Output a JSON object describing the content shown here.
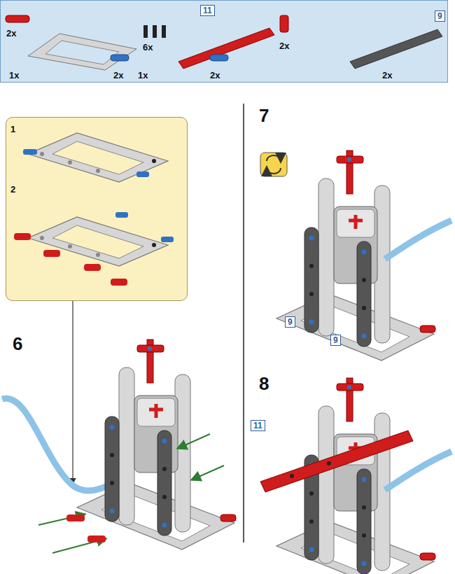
{
  "diagram": {
    "nodes": [
      {
        "text": [
          "2x",
          "1x",
          "2x",
          "6x",
          "1x",
          "11",
          "2x",
          "2x",
          "9",
          "2x"
        ]
      },
      {
        "text": [
          "1",
          "2"
        ]
      }
    ],
    "labels": [
      "6",
      "7",
      "8",
      "9",
      "9",
      "11"
    ]
  }
}
